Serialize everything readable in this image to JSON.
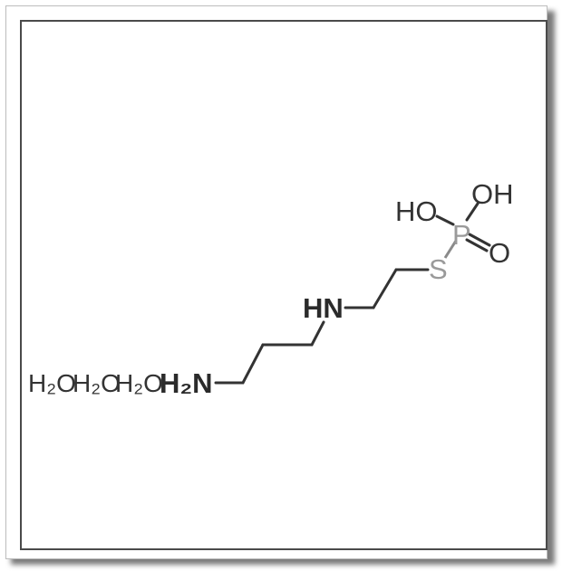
{
  "molecule": {
    "atoms": {
      "oh_top": "OH",
      "ho_left": "HO",
      "phosphorus": "P",
      "oxygen_double": "O",
      "sulfur": "S",
      "hn": "HN",
      "amine": "H₂N"
    },
    "water_labels": [
      "H₂O",
      "H₂O",
      "H₂O"
    ]
  }
}
